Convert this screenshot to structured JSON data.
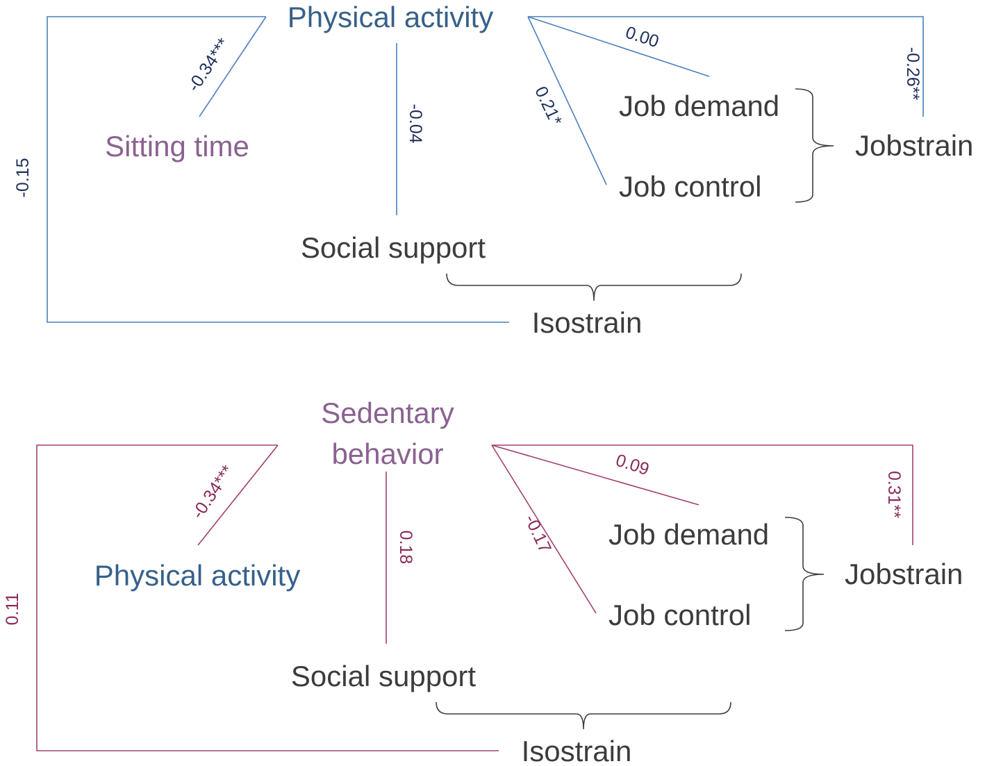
{
  "colors": {
    "blue_line": "#4a7ebb",
    "blue_text": "#36618a",
    "blue_coef": "#1f2f5c",
    "purple_text": "#8a6290",
    "magenta_line": "#a0406e",
    "magenta_coef": "#8a2a5a",
    "gray_text": "#3c3c3c"
  },
  "top": {
    "center": "Physical activity",
    "sitting": "Sitting time",
    "job_demand": "Job demand",
    "job_control": "Job control",
    "jobstrain": "Jobstrain",
    "social_support": "Social support",
    "isostrain": "Isostrain",
    "coef_sitting": "-0.34***",
    "coef_social": "-0.04",
    "coef_demand": "0.00",
    "coef_control": "0.21*",
    "coef_jobstrain": "-0.26**",
    "coef_isostrain": "-0.15"
  },
  "bottom": {
    "center_line1": "Sedentary",
    "center_line2": "behavior",
    "physical": "Physical activity",
    "job_demand": "Job demand",
    "job_control": "Job control",
    "jobstrain": "Jobstrain",
    "social_support": "Social support",
    "isostrain": "Isostrain",
    "coef_physical": "-0.34***",
    "coef_social": "0.18",
    "coef_demand": "0.09",
    "coef_control": "-0.17",
    "coef_jobstrain": "0.31**",
    "coef_isostrain": "0.11"
  }
}
